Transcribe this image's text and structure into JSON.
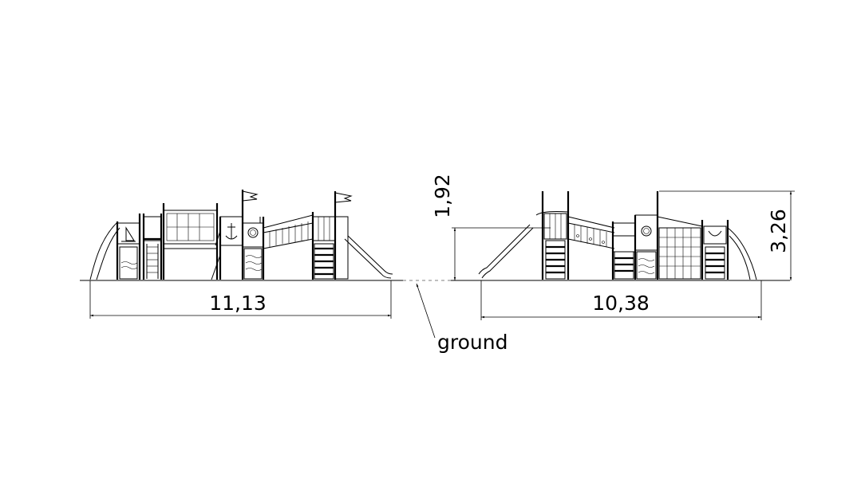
{
  "drawing": {
    "left_view": {
      "width_label": "11,13"
    },
    "right_view": {
      "width_label": "10,38",
      "platform_height_label": "1,92",
      "total_height_label": "3,26"
    },
    "ground_label": "ground"
  }
}
